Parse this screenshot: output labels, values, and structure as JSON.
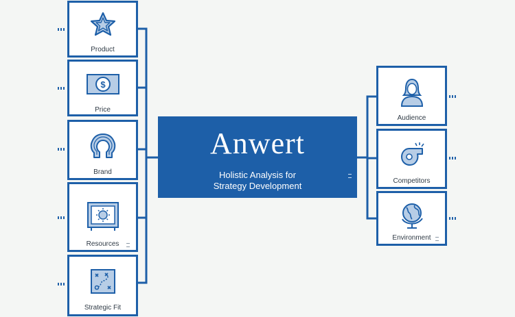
{
  "colors": {
    "primary": "#1d5fa8",
    "icon_fill": "#b7cde6",
    "background": "#f4f6f4"
  },
  "central": {
    "logo": "Anwert",
    "subtitle_line1": "Holistic Analysis for",
    "subtitle_line2": "Strategy Development"
  },
  "left_nodes": [
    {
      "label": "Product",
      "icon": "star-icon"
    },
    {
      "label": "Price",
      "icon": "dollar-bill-icon"
    },
    {
      "label": "Brand",
      "icon": "horseshoe-icon"
    },
    {
      "label": "Resources",
      "icon": "safe-icon"
    },
    {
      "label": "Strategic Fit",
      "icon": "strategy-map-icon"
    }
  ],
  "right_nodes": [
    {
      "label": "Audience",
      "icon": "person-icon"
    },
    {
      "label": "Competitors",
      "icon": "whistle-icon"
    },
    {
      "label": "Environment",
      "icon": "globe-icon"
    }
  ]
}
